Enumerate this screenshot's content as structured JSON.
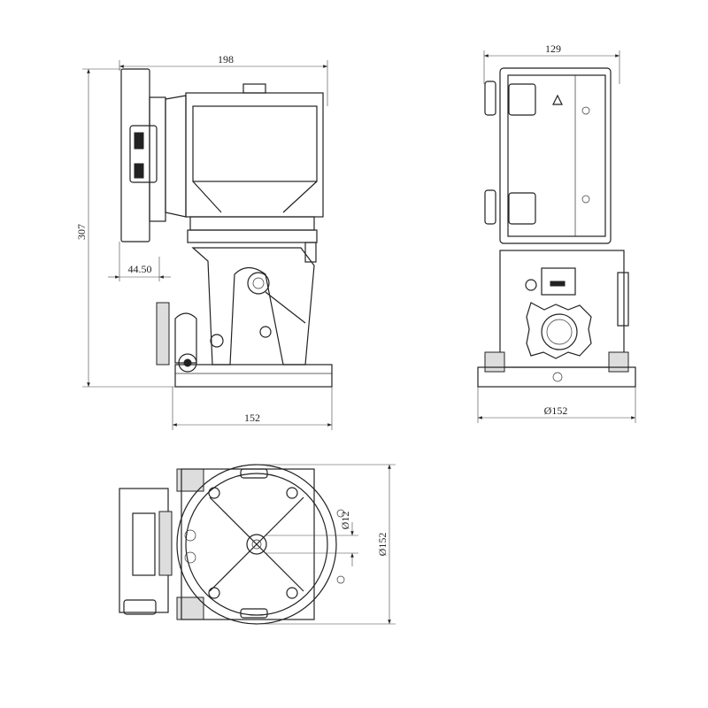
{
  "drawing": {
    "front_view": {
      "width_label": "198",
      "height_label": "307",
      "offset_label": "44.50",
      "base_label": "152"
    },
    "side_view": {
      "width_label": "129",
      "base_diameter_label": "Ø152"
    },
    "bottom_view": {
      "hole_diameter_label": "Ø12",
      "plate_diameter_label": "Ø152"
    }
  }
}
